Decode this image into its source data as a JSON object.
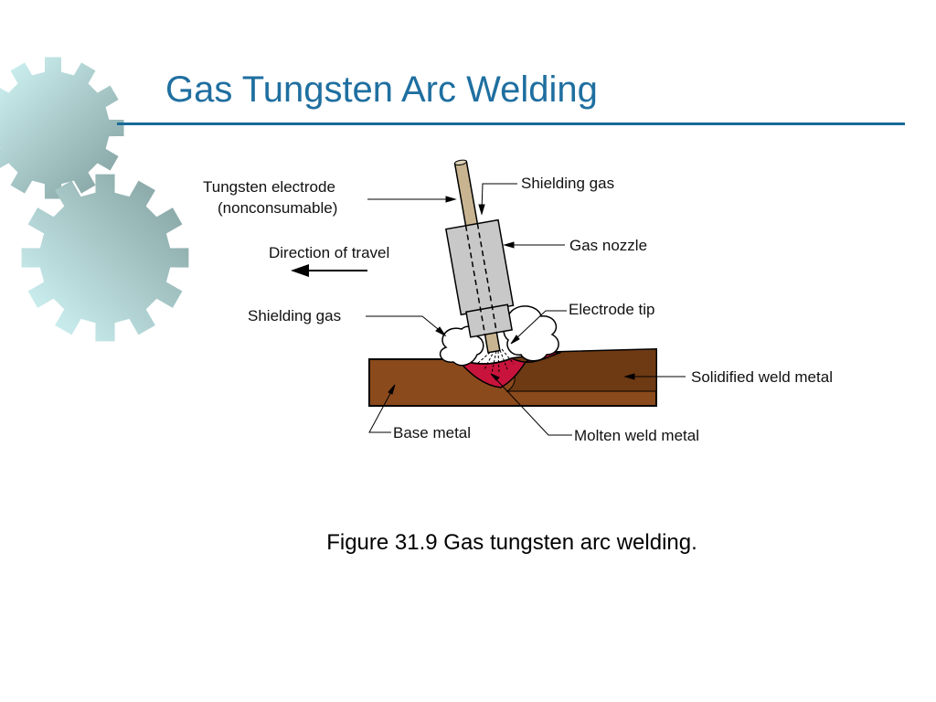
{
  "slide": {
    "title": "Gas Tungsten Arc Welding",
    "caption": "Figure 31.9  Gas tungsten arc welding.",
    "accent_color": "#1f6fa0"
  },
  "diagram": {
    "labels": {
      "tungsten_electrode_line1": "Tungsten electrode",
      "tungsten_electrode_line2": "(nonconsumable)",
      "direction_of_travel": "Direction of travel",
      "shielding_gas_left": "Shielding gas",
      "shielding_gas_top": "Shielding gas",
      "gas_nozzle": "Gas nozzle",
      "electrode_tip": "Electrode tip",
      "solidified_weld_metal": "Solidified weld metal",
      "base_metal": "Base metal",
      "molten_weld_metal": "Molten weld metal"
    },
    "colors": {
      "base_metal": "#8b4a1c",
      "solidified_weld": "#6e3a14",
      "molten_weld": "#c8143c",
      "nozzle": "#c8c8c8",
      "electrode": "#c8b490"
    }
  },
  "decorations": {
    "icon": "gear-icon",
    "gear_colors": [
      "#c8f0f0",
      "#8fa8a8"
    ]
  }
}
